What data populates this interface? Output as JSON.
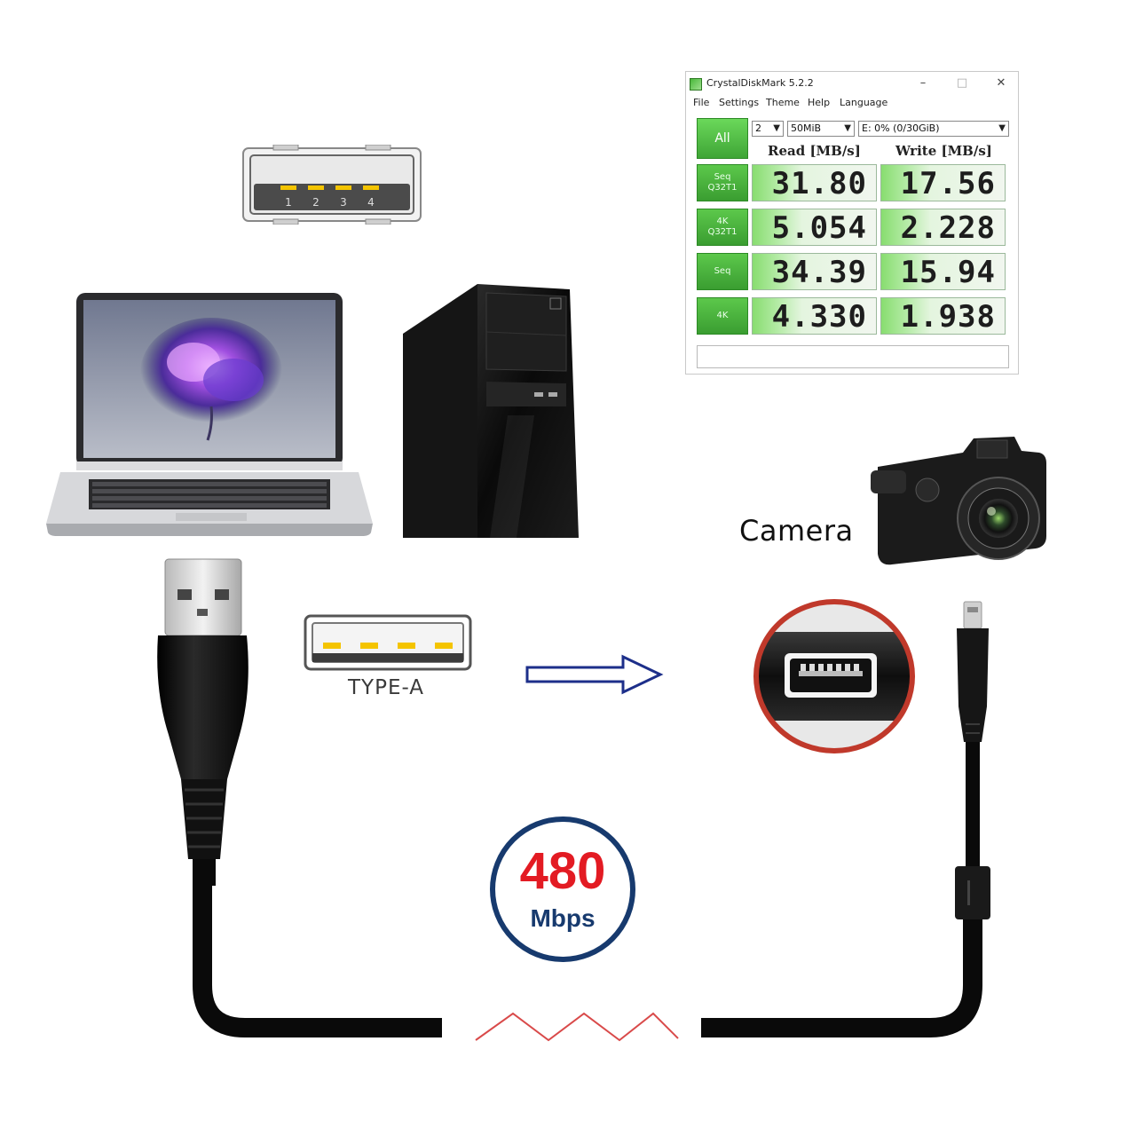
{
  "usb_port": {
    "pins": [
      "1",
      "2",
      "3",
      "4"
    ]
  },
  "benchmark_window": {
    "title": "CrystalDiskMark 5.2.2",
    "window_controls": [
      "–",
      "□",
      "✕"
    ],
    "menu": [
      "File",
      "Settings",
      "Theme",
      "Help",
      "Language"
    ],
    "all_button": "All",
    "count_select": "2",
    "size_select": "50MiB",
    "drive_select": "E: 0% (0/30GiB)",
    "column_read": "Read [MB/s]",
    "column_write": "Write [MB/s]",
    "rows": [
      {
        "label": "Seq\nQ32T1",
        "read": "31.80",
        "write": "17.56"
      },
      {
        "label": "4K\nQ32T1",
        "read": "5.054",
        "write": "2.228"
      },
      {
        "label": "Seq",
        "read": "34.39",
        "write": "15.94"
      },
      {
        "label": "4K",
        "read": "4.330",
        "write": "1.938"
      }
    ],
    "accent_color": "#4cbf3c"
  },
  "camera": {
    "label": "Camera"
  },
  "connector": {
    "type_label": "TYPE-A"
  },
  "speed": {
    "value": "480",
    "unit": "Mbps",
    "value_color": "#e31b23",
    "ring_color": "#173a6e"
  }
}
